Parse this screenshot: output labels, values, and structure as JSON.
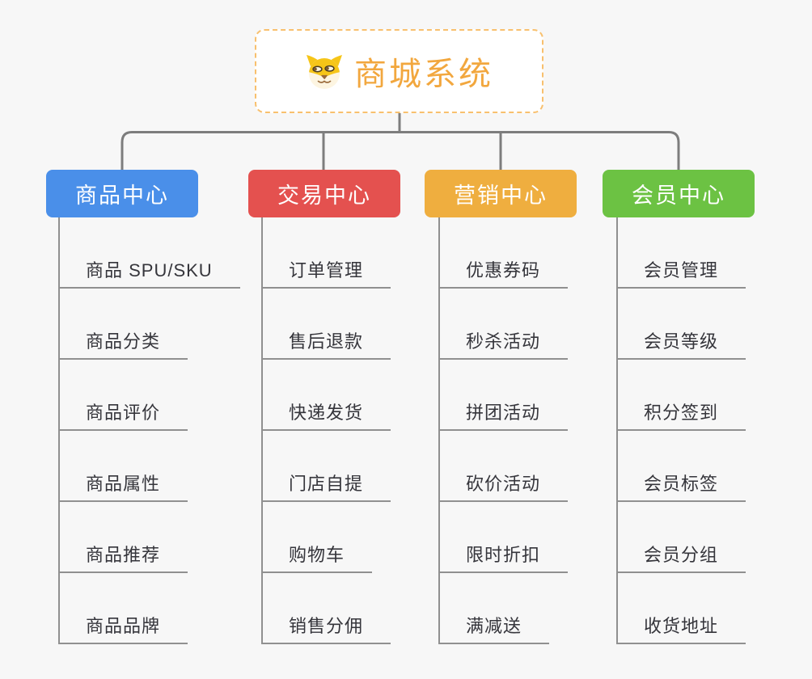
{
  "root": {
    "title": "商城系统",
    "icon": "shiba-dog-icon",
    "title_color": "#f2a73e",
    "border_color": "#f8c06e"
  },
  "connectors": {
    "color": "#7d7d7d"
  },
  "line_color": "#909090",
  "background": "#f7f7f7",
  "branches": [
    {
      "label": "商品中心",
      "color": "#4a8fe9",
      "children": [
        "商品 SPU/SKU",
        "商品分类",
        "商品评价",
        "商品属性",
        "商品推荐",
        "商品品牌"
      ]
    },
    {
      "label": "交易中心",
      "color": "#e4514f",
      "children": [
        "订单管理",
        "售后退款",
        "快递发货",
        "门店自提",
        "购物车",
        "销售分佣"
      ]
    },
    {
      "label": "营销中心",
      "color": "#efae3f",
      "children": [
        "优惠券码",
        "秒杀活动",
        "拼团活动",
        "砍价活动",
        "限时折扣",
        "满减送"
      ]
    },
    {
      "label": "会员中心",
      "color": "#6cc243",
      "children": [
        "会员管理",
        "会员等级",
        "积分签到",
        "会员标签",
        "会员分组",
        "收货地址"
      ]
    }
  ]
}
